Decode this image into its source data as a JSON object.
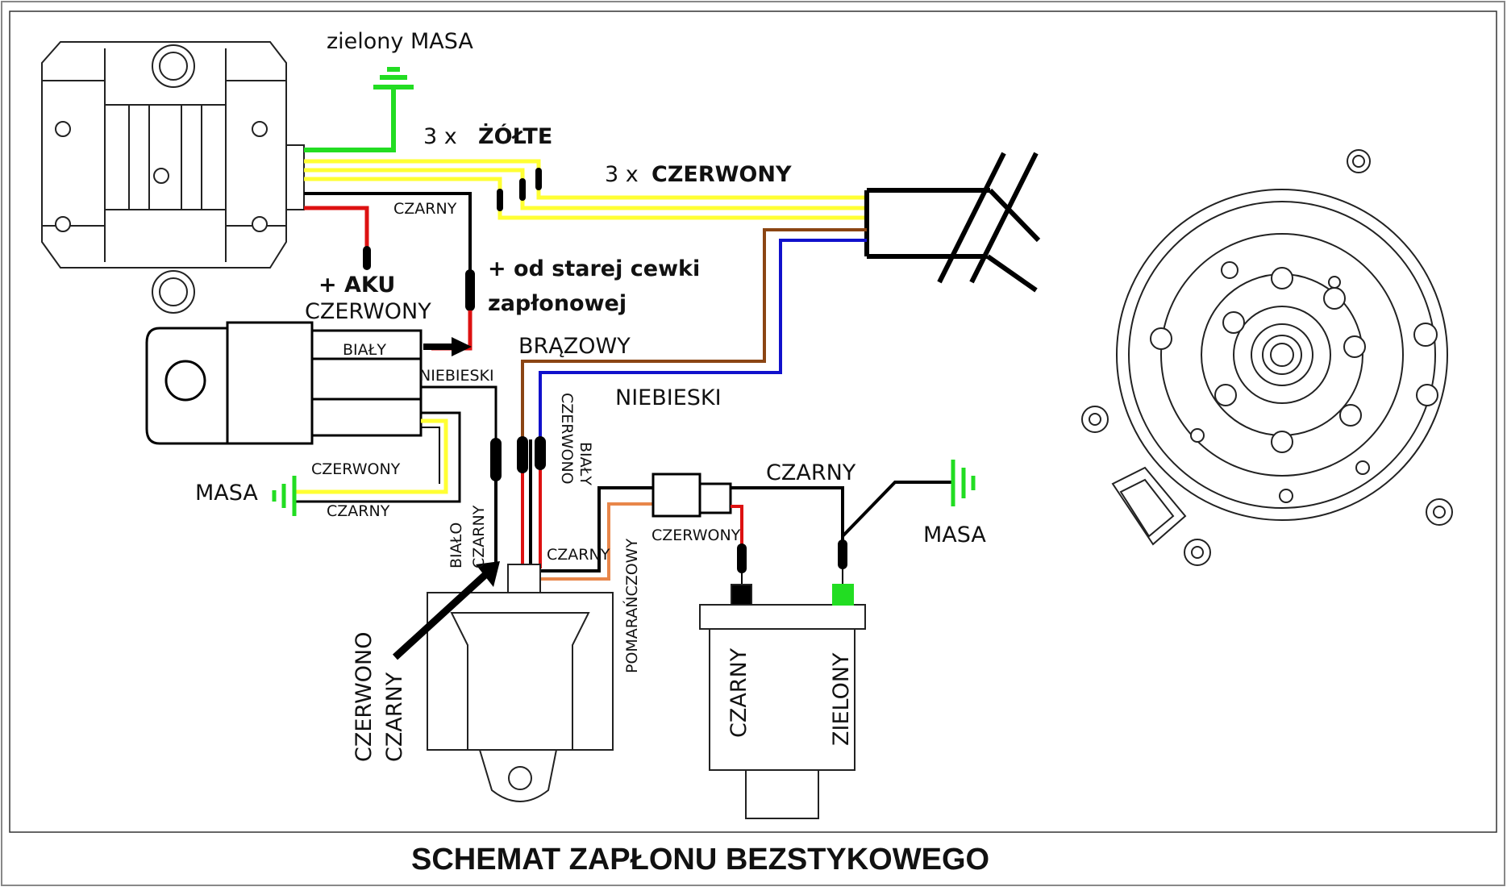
{
  "title": "SCHEMAT ZAPŁONU BEZSTYKOWEGO",
  "labels": {
    "ground_green": "zielony MASA",
    "yellow_count": "3 x",
    "yellow": "ŻÓŁTE",
    "red_count": "3 x",
    "red": "CZERWONY",
    "black_top": "CZARNY",
    "battery_plus": "+ AKU",
    "battery_red": "CZERWONY",
    "old_coil_line1": "+ od starej cewki",
    "old_coil_line2": "zapłonowej",
    "white": "BIAŁY",
    "blue_small": "NIEBIESKI",
    "brown": "BRĄZOWY",
    "blue": "NIEBIESKI",
    "ground_left": "MASA",
    "red_left": "CZERWONY",
    "black_left": "CZARNY",
    "red_white_1": "CZERWONO",
    "red_white_2": "BIAŁY",
    "white_black_1": "BIAŁO",
    "white_black_2": "CZARNY",
    "black_cdi": "CZARNY",
    "orange": "POMARAŃCZOWY",
    "red_coil": "CZERWONY",
    "black_coil_top": "CZARNY",
    "ground_right": "MASA",
    "red_black_1": "CZERWONO",
    "red_black_2": "CZARNY",
    "coil_black": "CZARNY",
    "coil_green": "ZIELONY"
  },
  "colors": {
    "yellow": "#ffff33",
    "green": "#22dd22",
    "red": "#dd1111",
    "brown": "#8b4513",
    "blue": "#1111cc",
    "orange": "#e8864a",
    "black": "#000000"
  }
}
